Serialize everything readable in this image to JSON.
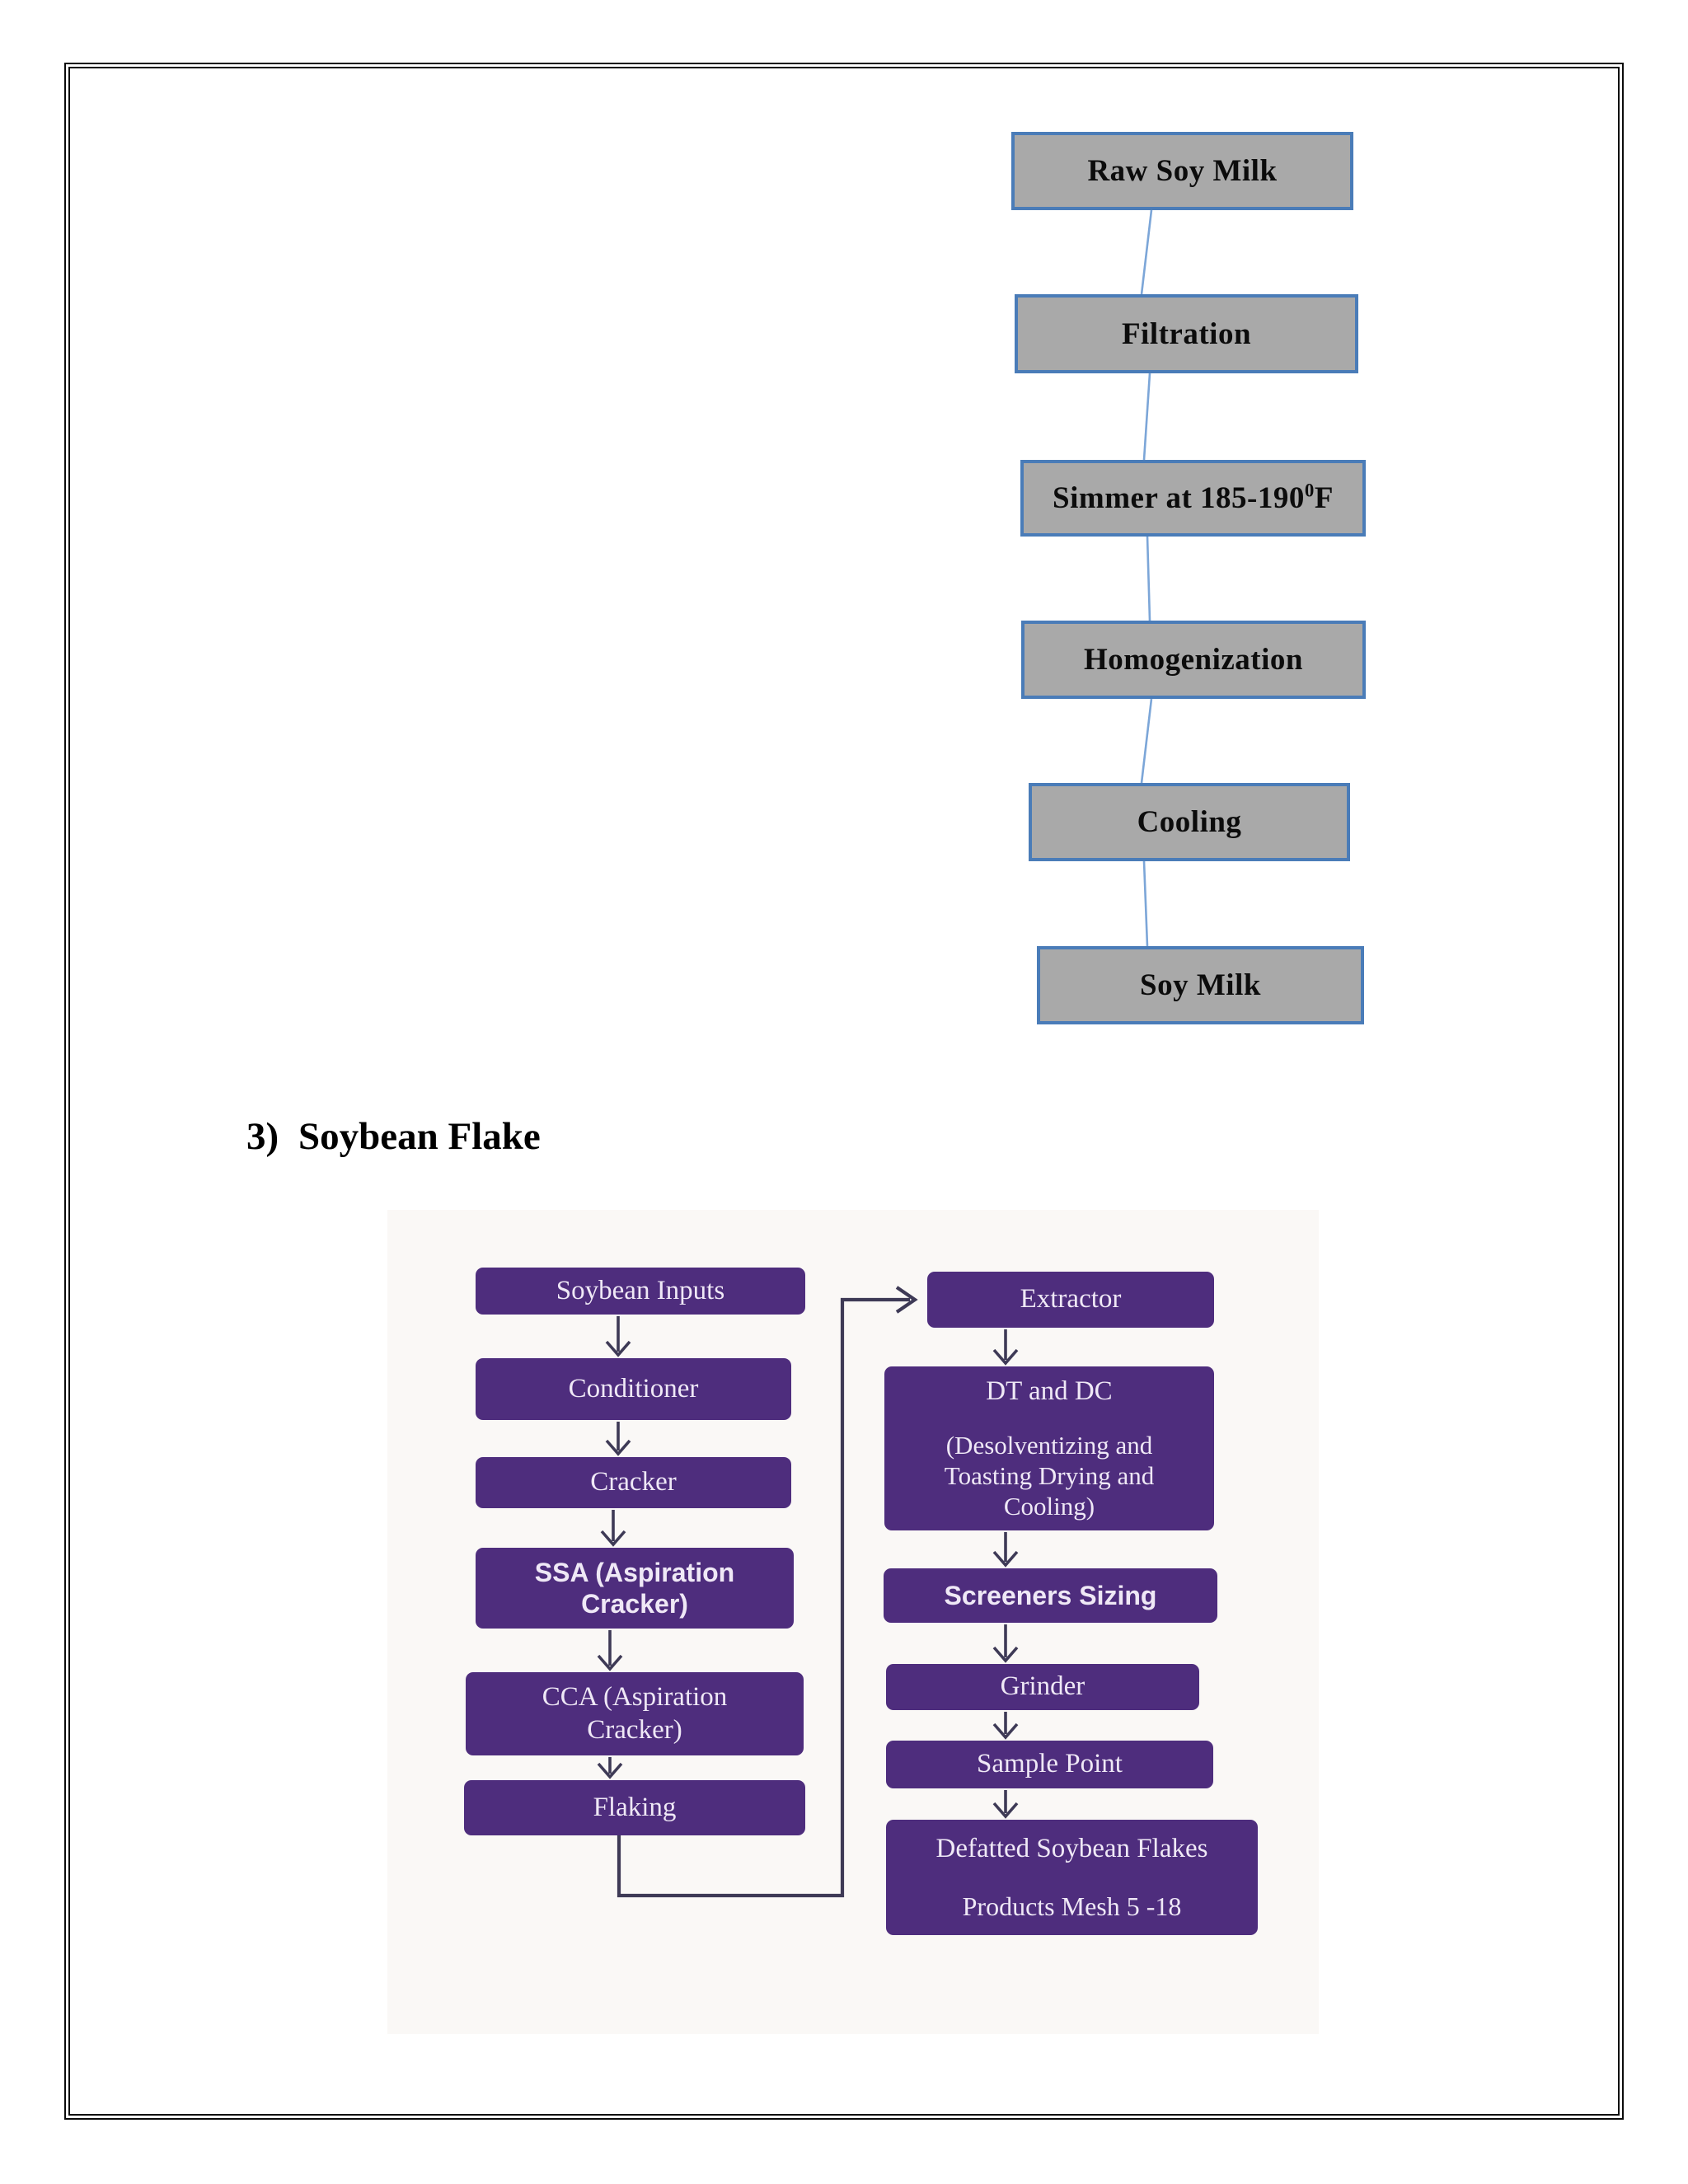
{
  "heading": {
    "number": "3)",
    "title": "Soybean Flake"
  },
  "soymilk_flowchart": {
    "type": "flowchart",
    "boxes": [
      {
        "label": "Raw Soy Milk"
      },
      {
        "label": "Filtration"
      },
      {
        "label_prefix": "Simmer at 185-190",
        "label_superscript": "0",
        "label_suffix": "F"
      },
      {
        "label": "Homogenization"
      },
      {
        "label": "Cooling"
      },
      {
        "label": "Soy Milk"
      }
    ],
    "flow_order": "Raw Soy Milk > Filtration > Simmer at 185-190F > Homogenization > Cooling > Soy Milk",
    "colors": {
      "box_fill": "#a9a9a9",
      "box_border": "#4a7cb8",
      "connector": "#7ca6d8",
      "text": "#0c0c0c"
    }
  },
  "soybean_flake_flowchart": {
    "type": "flowchart",
    "left_column": [
      {
        "label": "Soybean Inputs"
      },
      {
        "label": "Conditioner"
      },
      {
        "label": "Cracker"
      },
      {
        "label": "SSA (Aspiration Cracker)"
      },
      {
        "label": "CCA (Aspiration Cracker)"
      },
      {
        "label": "Flaking"
      }
    ],
    "right_column": [
      {
        "label": "Extractor"
      },
      {
        "label": "DT and DC",
        "sublabel": "(Desolventizing and Toasting Drying and Cooling)"
      },
      {
        "label": "Screeners Sizing"
      },
      {
        "label": "Grinder"
      },
      {
        "label": "Sample Point"
      },
      {
        "label": "Defatted Soybean Flakes",
        "sublabel": "Products Mesh 5 -18"
      }
    ],
    "loop_connection": "Flaking > Extractor",
    "colors": {
      "box_fill": "#4e2d7d",
      "text": "#efe8f6",
      "connector": "#3e3a56"
    }
  }
}
